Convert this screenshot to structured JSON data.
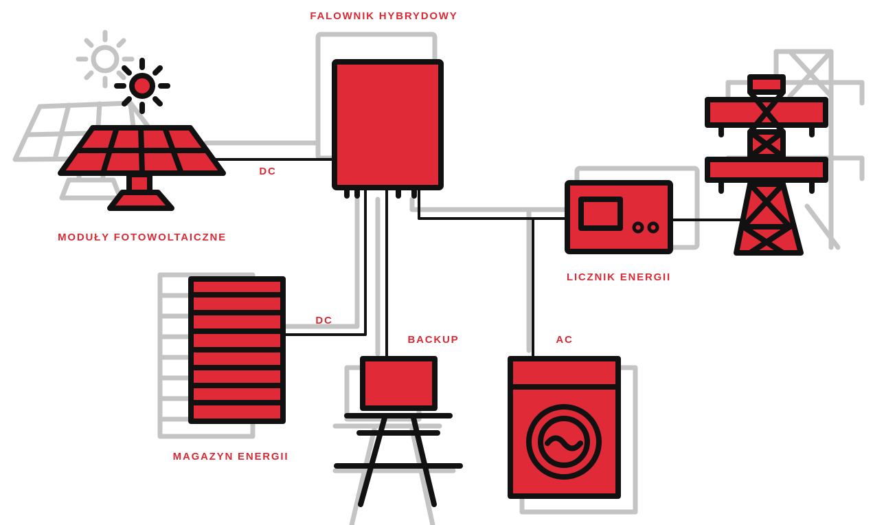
{
  "colors": {
    "accent": "#e12a37",
    "outline": "#111111",
    "shadow": "#c4c4c4",
    "background": "#ffffff"
  },
  "labels": {
    "inverter": "FALOWNIK HYBRYDOWY",
    "pv_modules": "MODUŁY FOTOWOLTAICZNE",
    "dc_pv": "DC",
    "dc_battery": "DC",
    "energy_storage": "MAGAZYN ENERGII",
    "backup": "BACKUP",
    "ac": "AC",
    "energy_meter": "LICZNIK ENERGII"
  },
  "icons": {
    "sun": "sun-icon",
    "solar_panel": "solar-panel-icon",
    "inverter": "inverter-icon",
    "battery": "battery-stack-icon",
    "desk": "laptop-desk-icon",
    "washing_machine": "washing-machine-icon",
    "energy_meter": "energy-meter-icon",
    "power_pylon": "power-pylon-icon"
  }
}
